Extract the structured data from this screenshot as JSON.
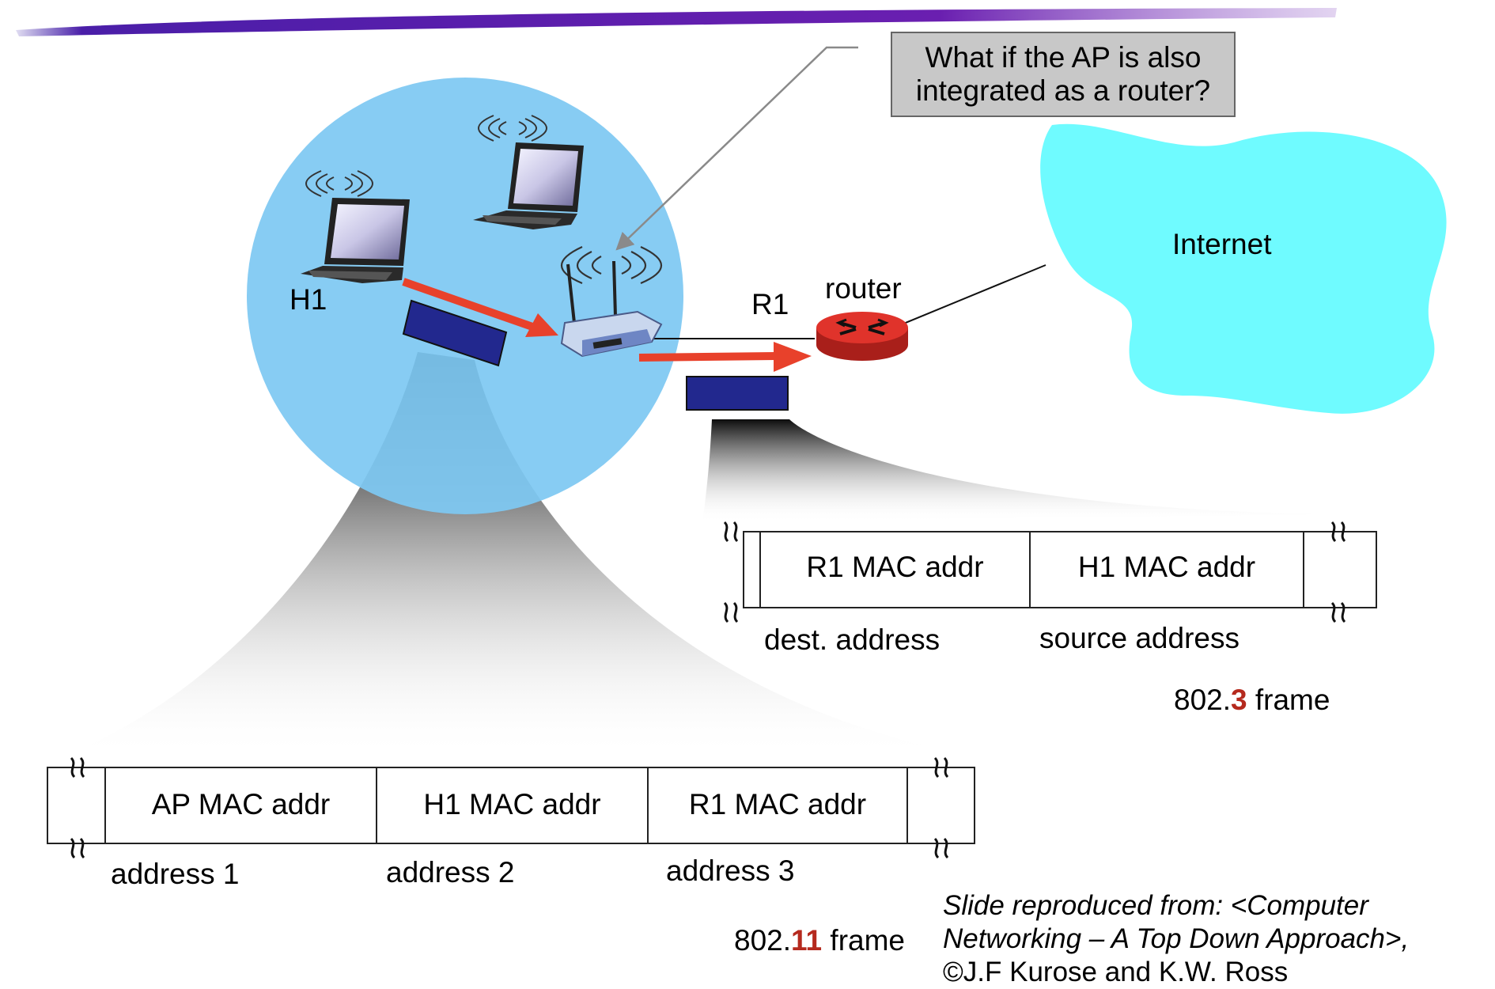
{
  "callout": {
    "line1": "What if the AP is also",
    "line2": "integrated as a router?"
  },
  "nodes": {
    "h1": "H1",
    "r1": "R1",
    "router": "router",
    "internet": "Internet"
  },
  "frame_8023": {
    "fields": [
      "R1 MAC addr",
      "H1 MAC addr"
    ],
    "labels": {
      "dest": "dest. address",
      "source": "source address"
    },
    "caption_prefix": "802.",
    "caption_num": "3",
    "caption_suffix": " frame"
  },
  "frame_80211": {
    "fields": [
      "AP MAC addr",
      "H1 MAC addr",
      "R1 MAC addr"
    ],
    "labels": [
      "address 1",
      "address 2",
      "address 3"
    ],
    "caption_prefix": "802.",
    "caption_num": "11",
    "caption_suffix": " frame"
  },
  "credit": {
    "line1": "Slide reproduced from: <Computer",
    "line2": "Networking – A Top Down Approach>,",
    "line3": "©J.F Kurose and K.W. Ross"
  },
  "colors": {
    "bss_circle": "#7ec8f2",
    "internet_cloud": "#6ffbff",
    "arrow": "#e8412b",
    "frame_block": "#22288e",
    "router": "#e0332b",
    "title_bar": "#5b1fa6",
    "caption_number": "#b52a1e"
  },
  "icons": [
    "laptop-icon",
    "wireless-signal-icon",
    "access-point-icon",
    "router-icon",
    "internet-cloud-icon",
    "squiggle-break-icon"
  ]
}
